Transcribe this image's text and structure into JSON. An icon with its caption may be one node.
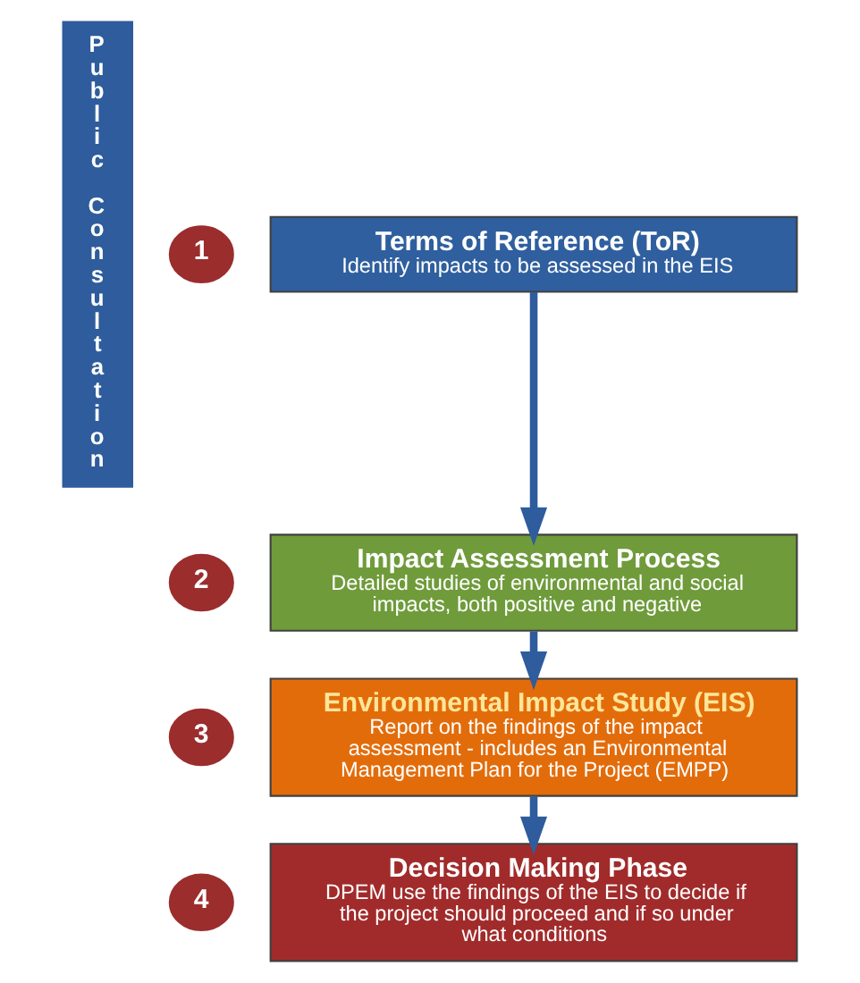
{
  "diagram": {
    "nodes": [
      {
        "text": [
          "Public Consultation"
        ]
      },
      {
        "text": [
          "1"
        ]
      },
      {
        "text": [
          "Terms of Reference (ToR)",
          "Identify impacts to be assessed in the EIS"
        ]
      },
      {
        "text": [
          "2"
        ]
      },
      {
        "text": [
          "Impact Assessment Process",
          "Detailed studies of environmental and social impacts, both positive and negative"
        ]
      },
      {
        "text": [
          "3"
        ]
      },
      {
        "text": [
          "Environmental Impact Study (EIS)",
          "Report on the findings of the impact assessment - includes an Environmental Management Plan for the Project (EMPP)"
        ]
      },
      {
        "text": [
          "4"
        ]
      },
      {
        "text": [
          "Decision Making Phase",
          "DPEM use the findings of the EIS to decide if the project should proceed and if so under what conditions"
        ]
      }
    ],
    "edges": [
      {
        "from": 2,
        "to": 4,
        "arrow": "to"
      },
      {
        "from": 4,
        "to": 6,
        "arrow": "to"
      },
      {
        "from": 6,
        "to": 8,
        "arrow": "to"
      }
    ]
  }
}
